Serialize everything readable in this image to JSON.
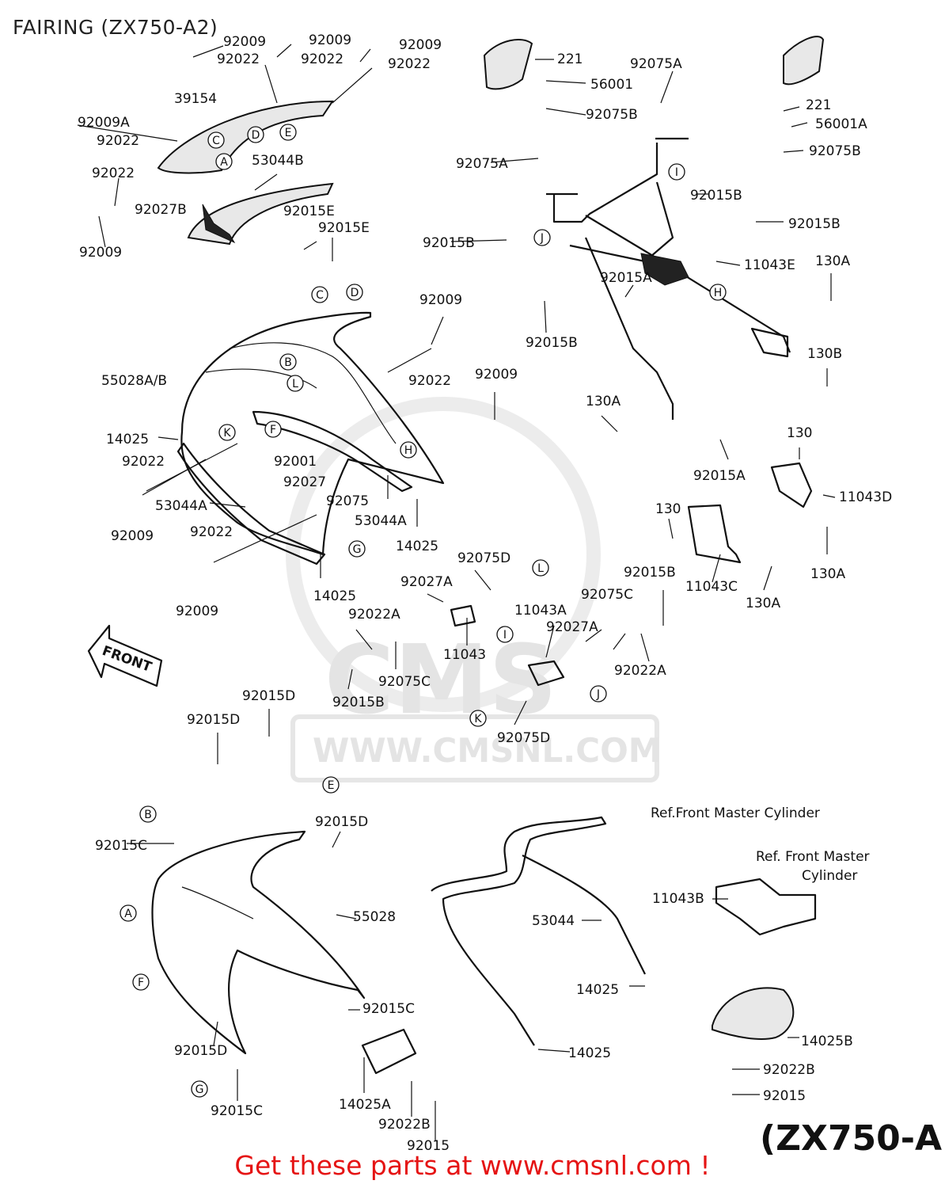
{
  "title": "FAIRING (ZX750-A2)",
  "model_label": "(ZX750-A",
  "footer": "Get these parts at www.cmsnl.com !",
  "watermark": {
    "brand": "CMS",
    "url": "WWW.CMSNL.COM"
  },
  "front_arrow": "FRONT",
  "references": [
    "Ref.Front Master Cylinder",
    "Ref. Front Master",
    "Cylinder"
  ],
  "part_labels": [
    "92009",
    "92022",
    "92009",
    "92022",
    "92009",
    "92022",
    "39154",
    "92009A",
    "92022",
    "92022",
    "92027B",
    "92009",
    "53044B",
    "92015E",
    "92015E",
    "92009",
    "55028A/B",
    "92022",
    "92009",
    "14025",
    "92022",
    "92001",
    "92027",
    "92009",
    "53044A",
    "92022",
    "92075",
    "53044A",
    "14025",
    "92009",
    "14025",
    "221",
    "56001",
    "92075A",
    "92075B",
    "92075A",
    "221",
    "56001A",
    "92075B",
    "92015B",
    "92015B",
    "92015B",
    "11043E",
    "130A",
    "92015A",
    "92015B",
    "130B",
    "130A",
    "92015A",
    "130",
    "11043D",
    "130A",
    "130",
    "11043C",
    "130A",
    "92075D",
    "92027A",
    "92015B",
    "92022A",
    "92075C",
    "11043A",
    "92027A",
    "11043",
    "92022A",
    "92075C",
    "92015B",
    "92075D",
    "92015D",
    "92015D",
    "92015C",
    "92015D",
    "55028",
    "92015C",
    "92015D",
    "92015C",
    "14025A",
    "92022B",
    "92015",
    "53044",
    "14025",
    "14025",
    "11043B",
    "14025B",
    "92022B",
    "92015"
  ],
  "markers": [
    "A",
    "C",
    "D",
    "E",
    "B",
    "L",
    "K",
    "F",
    "H",
    "D",
    "C",
    "G",
    "J",
    "I",
    "H",
    "L",
    "I",
    "J",
    "K",
    "E",
    "B",
    "A",
    "F",
    "G"
  ]
}
